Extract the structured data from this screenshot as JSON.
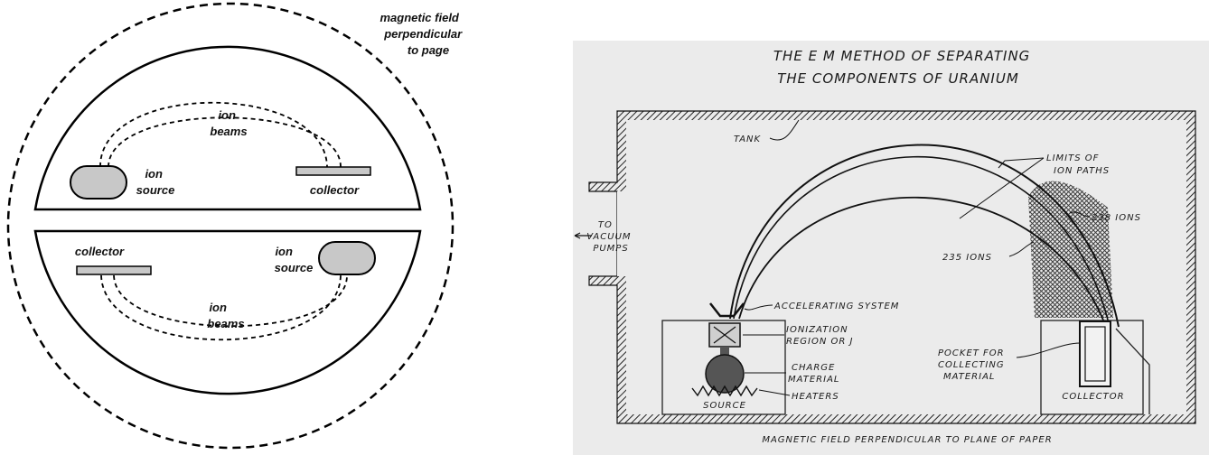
{
  "left_diagram": {
    "field_label": [
      "magnetic field",
      "perpendicular",
      "to page"
    ],
    "top": {
      "beams_label": [
        "ion",
        "beams"
      ],
      "source_label": [
        "ion",
        "source"
      ],
      "collector_label": "collector"
    },
    "bottom": {
      "beams_label": [
        "ion",
        "beams"
      ],
      "source_label": [
        "ion",
        "source"
      ],
      "collector_label": "collector"
    }
  },
  "right_diagram": {
    "title": [
      "THE E M METHOD OF SEPARATING",
      "THE COMPONENTS OF URANIUM"
    ],
    "tank": "TANK",
    "limits": [
      "LIMITS OF",
      "ION PATHS"
    ],
    "ions_238": "238 IONS",
    "ions_235": "235 IONS",
    "vacuum": [
      "TO",
      "VACUUM",
      "PUMPS"
    ],
    "accelerating": "ACCELERATING SYSTEM",
    "ionization": [
      "IONIZATION",
      "REGION OR J"
    ],
    "charge": [
      "CHARGE",
      "MATERIAL"
    ],
    "heaters": "HEATERS",
    "source": "SOURCE",
    "pocket": [
      "POCKET FOR",
      "COLLECTING",
      "MATERIAL"
    ],
    "collector": "COLLECTOR",
    "footer": "MAGNETIC FIELD PERPENDICULAR TO PLANE OF PAPER"
  }
}
